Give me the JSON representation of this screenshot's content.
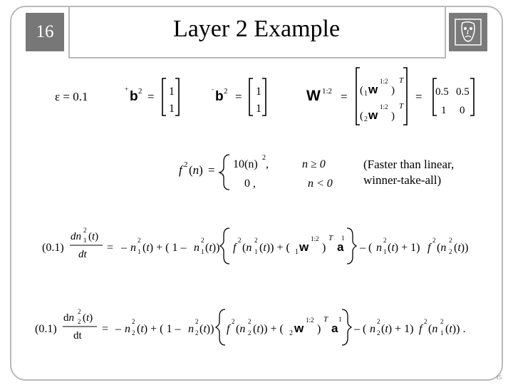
{
  "slide": {
    "number": "16",
    "title": "Layer 2 Example",
    "page_number": "15",
    "note_line1": "(Faster than linear,",
    "note_line2": "winner-take-all)"
  },
  "equations": {
    "epsilon": "ε = 0.1",
    "plus_b2_matrix": [
      "1",
      "1"
    ],
    "minus_b2_matrix": [
      "1",
      "1"
    ],
    "w_matrix_row1": [
      "0.5",
      "0.5"
    ],
    "w_matrix_row2": [
      "1",
      "0"
    ],
    "superscript_w": "1:2",
    "transfer_case1": "10(n)",
    "transfer_cond1": "n ≥ 0",
    "transfer_case2": "0 ,",
    "transfer_cond2": "n < 0",
    "coef": "(0.1)"
  },
  "logo": {
    "icon": "face-logo-icon"
  }
}
